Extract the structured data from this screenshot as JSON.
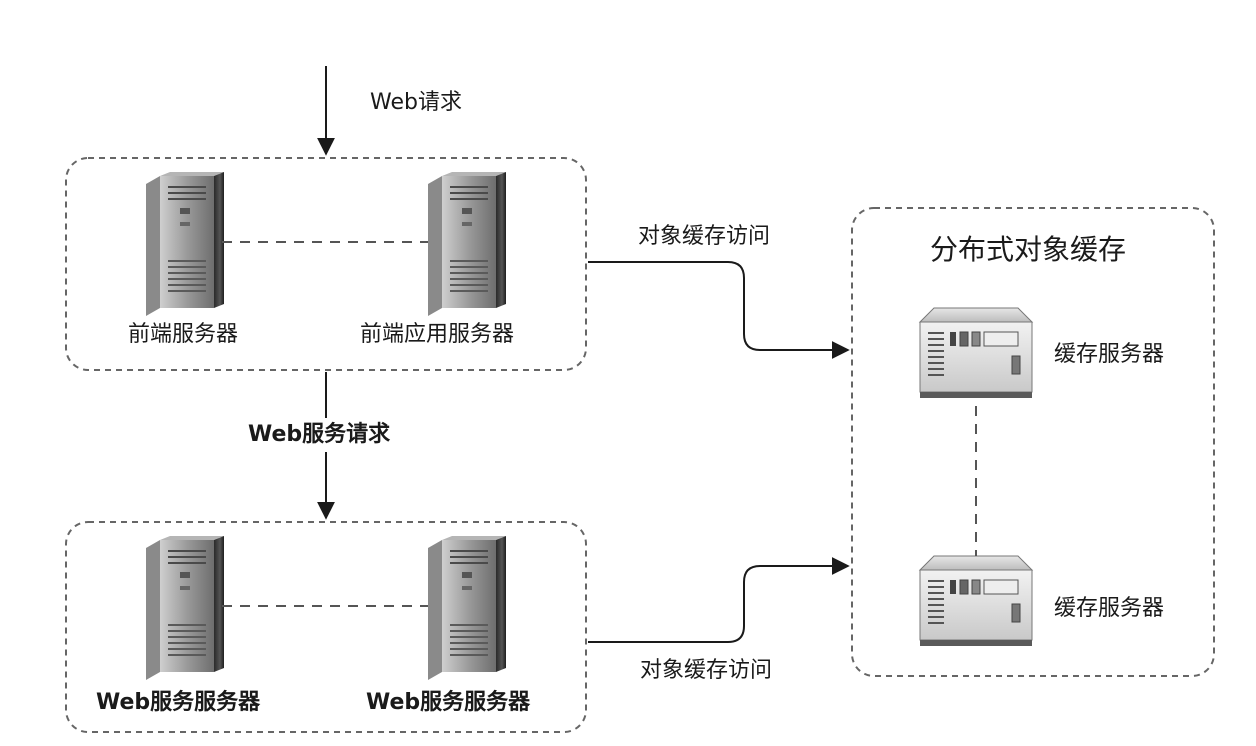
{
  "labels": {
    "web_request": "Web请求",
    "front_server": "前端服务器",
    "front_app_server": "前端应用服务器",
    "web_service_request": "Web服务请求",
    "web_service_server_1": "Web服务服务器",
    "web_service_server_2": "Web服务服务器",
    "object_cache_access_top": "对象缓存访问",
    "object_cache_access_bottom": "对象缓存访问",
    "distributed_cache_title": "分布式对象缓存",
    "cache_server_1": "缓存服务器",
    "cache_server_2": "缓存服务器"
  },
  "icons": {
    "tower_server": "tower-server-icon",
    "cache_server": "cache-server-icon"
  },
  "colors": {
    "line": "#1a1a1a",
    "dashed_border": "#666666",
    "server_dark": "#3a3a3a",
    "server_light": "#d8d8d8"
  }
}
